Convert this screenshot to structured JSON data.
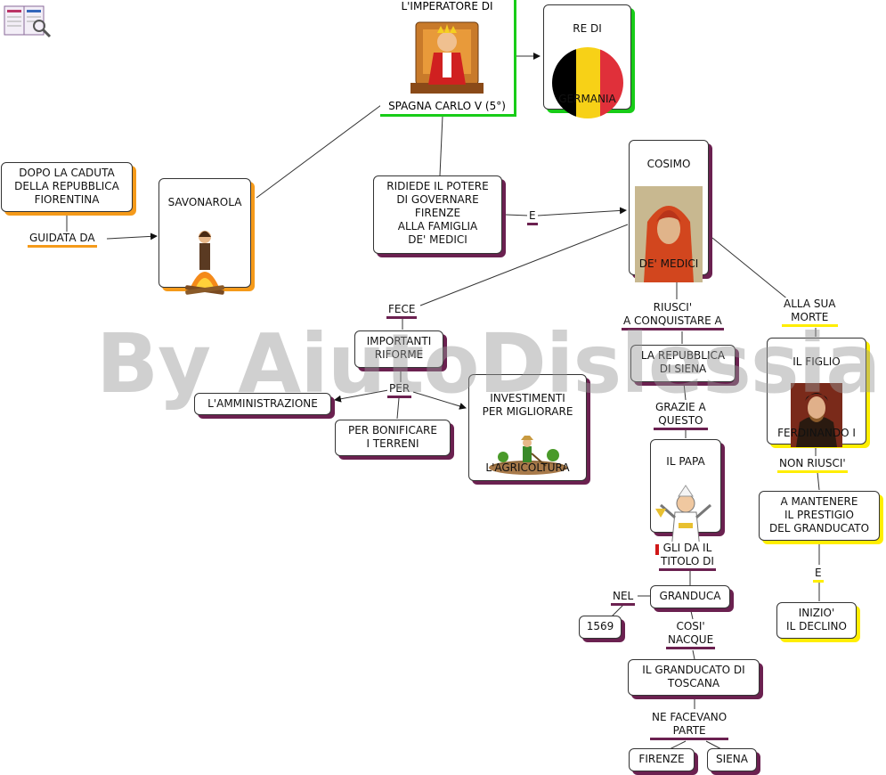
{
  "watermark": "By AiutoDislessia.net",
  "nodes": {
    "caduta": "DOPO LA CADUTA\nDELLA REPUBBLICA\nFIORENTINA",
    "savonarola": "SAVONAROLA",
    "imperatore_top": "L'IMPERATORE DI",
    "imperatore_bottom": "SPAGNA CARLO V (5°)",
    "re_top": "RE DI",
    "re_bottom": "GERMANIA",
    "ridiede": "RIDIEDE IL POTERE\nDI GOVERNARE\nFIRENZE\nALLA FAMIGLIA\nDE' MEDICI",
    "cosimo_top": "COSIMO",
    "cosimo_bottom": "DE' MEDICI",
    "riforme": "IMPORTANTI\nRIFORME",
    "amministrazione": "L'AMMINISTRAZIONE",
    "bonificare": "PER BONIFICARE\nI TERRENI",
    "investimenti_top": "INVESTIMENTI\nPER MIGLIORARE",
    "investimenti_bottom": "L'AGRICOLTURA",
    "siena_rep": "LA REPUBBLICA\nDI SIENA",
    "papa_top": "IL PAPA",
    "granduca": "GRANDUCA",
    "anno": "1569",
    "granducato": "IL GRANDUCATO DI\nTOSCANA",
    "firenze": "FIRENZE",
    "siena": "SIENA",
    "figlio_top": "IL FIGLIO",
    "figlio_bottom": "FERDINANDO I",
    "mantenere": "A MANTENERE\nIL PRESTIGIO\nDEL GRANDUCATO",
    "declino": "INIZIO'\nIL DECLINO"
  },
  "links": {
    "guidata": "GUIDATA DA",
    "e1": "E",
    "fece": "FECE",
    "per": "PER",
    "riusci": "RIUSCI'\nA CONQUISTARE A",
    "grazie": "GRAZIE A\nQUESTO",
    "titolo": "GLI DA IL\nTITOLO DI",
    "nel": "NEL",
    "cosi": "COSI'\nNACQUE",
    "facevano": "NE FACEVANO\nPARTE",
    "alla_morte": "ALLA SUA\nMORTE",
    "non_riusci": "NON RIUSCI'",
    "e2": "E"
  },
  "colors": {
    "orange": "#f59a1a",
    "purple": "#6b2150",
    "green": "#18cc18",
    "yellow": "#ffee00",
    "flag_black": "#000000",
    "flag_yellow": "#f7d117",
    "flag_red": "#e0303a"
  },
  "icons": {
    "toolbar": "map-book-icon",
    "emperor": "emperor-on-throne-icon",
    "flag": "belgian-flag-icon",
    "savonarola": "savonarola-at-stake-icon",
    "cosimo": "cosimo-portrait-icon",
    "farmer": "farmer-plowing-icon",
    "pope": "pope-icon",
    "ferdinando": "ferdinando-portrait-icon"
  }
}
